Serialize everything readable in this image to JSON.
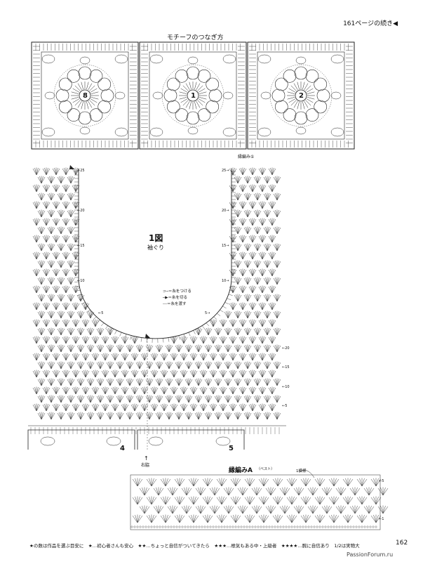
{
  "header": {
    "continued_label": "161ページの続き",
    "motif_title": "モチーフのつなぎ方"
  },
  "motifs": [
    {
      "number": "8"
    },
    {
      "number": "1"
    },
    {
      "number": "2"
    }
  ],
  "body_chart": {
    "figure_label": "1図",
    "figure_caption": "袖ぐり",
    "edging_label": "縁編み①",
    "start_label": "右脇",
    "motif_numbers": [
      "4",
      "5"
    ],
    "legend": [
      "＝糸をつける",
      "＝糸を切る",
      "＝糸を渡す"
    ],
    "left_row_labels": [
      "25",
      "20",
      "15",
      "10",
      "5"
    ],
    "right_row_labels": [
      "25",
      "20",
      "15",
      "10",
      "5",
      "20",
      "15",
      "10",
      "5"
    ]
  },
  "edging_chart": {
    "title": "縁編みA",
    "subtitle": "（ベスト）",
    "repeat_label": "1模様",
    "row_labels": [
      "5",
      "1"
    ]
  },
  "footer": {
    "difficulty_text": "★の数は作品を選ぶ目安に　★…初心者さんも安心　★★…ちょっと自信がついてきたら　★★★…根気もある中・上級者　★★★★…腕に自信あり　",
    "size_note": "1/2は実物大",
    "page_number": "162",
    "watermark": "PassionForum.ru"
  }
}
